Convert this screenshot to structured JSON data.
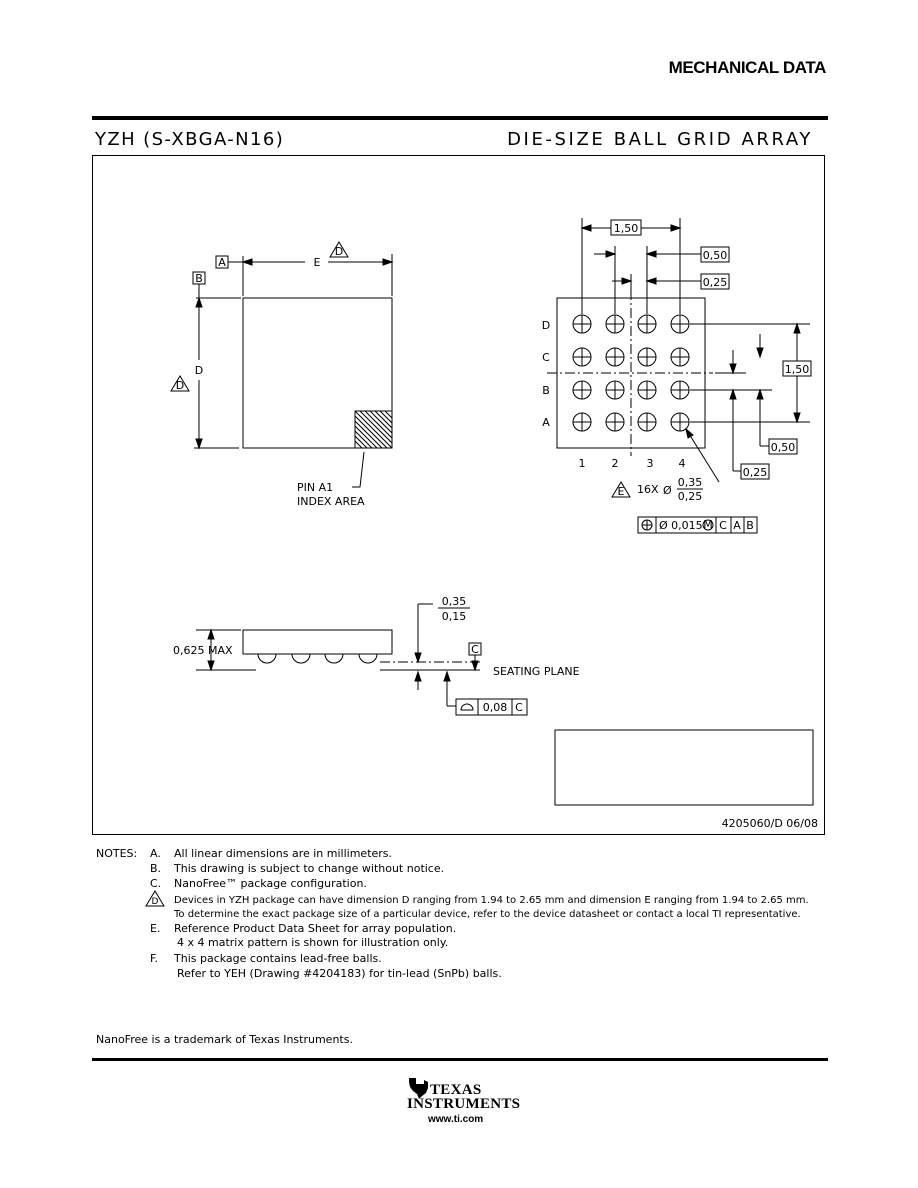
{
  "header": {
    "title": "MECHANICAL DATA"
  },
  "package": {
    "name": "YZH (S-XBGA-N16)",
    "type": "DIE-SIZE BALL GRID ARRAY"
  },
  "drawing": {
    "datum_a": "A",
    "datum_b": "B",
    "datum_c": "C",
    "dim_e": "E",
    "dim_d": "D",
    "note_d_flag": "D",
    "note_e_flag": "E",
    "pin_index_line1": "PIN A1",
    "pin_index_line2": "INDEX AREA",
    "pitch_total_top": "1,50",
    "pitch_total_side": "1,50",
    "pitch_050_top": "0,50",
    "offset_025_top": "0,25",
    "pitch_050_side": "0,50",
    "offset_025_side": "0,25",
    "row_labels": [
      "D",
      "C",
      "B",
      "A"
    ],
    "col_labels": [
      "1",
      "2",
      "3",
      "4"
    ],
    "ball_count": "16X",
    "ball_dia_symbol": "Ø",
    "ball_dia_max": "0,35",
    "ball_dia_min": "0,25",
    "position_tol": {
      "symbol": "⊕",
      "value": "Ø 0,015",
      "modifier": "M",
      "refs": [
        "C",
        "A",
        "B"
      ]
    },
    "max_height": "0,625 MAX",
    "standoff_max": "0,35",
    "standoff_min": "0,15",
    "seating_plane": "SEATING PLANE",
    "coplanarity": {
      "value": "0,08",
      "ref": "C"
    },
    "drawing_number": "4205060/D  06/08"
  },
  "notes": {
    "label": "NOTES:",
    "items": [
      {
        "letter": "A.",
        "text": "All linear dimensions are in millimeters."
      },
      {
        "letter": "B.",
        "text": "This drawing is subject to change without notice."
      },
      {
        "letter": "C.",
        "text": "NanoFree™ package configuration."
      },
      {
        "letter": "D",
        "text": "Devices in YZH package can have dimension D ranging from 1.94 to 2.65 mm and dimension E ranging from 1.94 to 2.65 mm.",
        "text2": "To determine the exact package size of a particular device, refer to the device datasheet or contact a local TI representative."
      },
      {
        "letter": "E.",
        "text": "Reference Product Data Sheet for array population.",
        "text2": "4 x 4 matrix pattern is shown for illustration only."
      },
      {
        "letter": "F.",
        "text": "This package contains lead-free balls.",
        "text2": "Refer to YEH (Drawing #4204183) for tin-lead (SnPb) balls."
      }
    ]
  },
  "trademark": "NanoFree is a trademark of Texas Instruments.",
  "footer": {
    "brand_line1": "TEXAS",
    "brand_line2": "INSTRUMENTS",
    "url": "www.ti.com"
  }
}
